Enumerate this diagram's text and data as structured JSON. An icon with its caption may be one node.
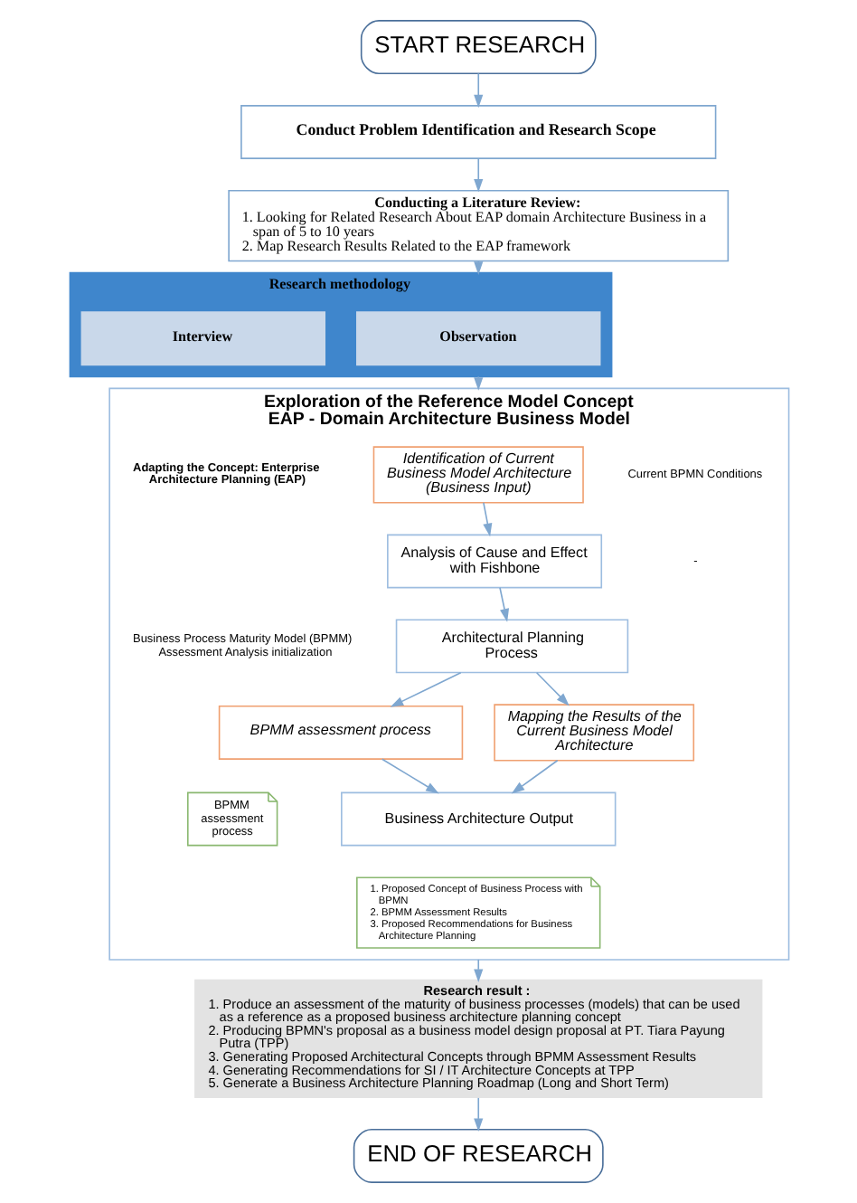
{
  "diagram": {
    "nodes": [
      {
        "text": [
          "START RESEARCH"
        ]
      },
      {
        "text": [
          "Conduct Problem Identification and Research Scope"
        ]
      },
      {
        "text": [
          "Conducting a Literature Review:",
          "1. Looking for Related Research About EAP domain Architecture Business in a span of 5 to 10 years",
          "2. Map Research Results Related to the EAP framework"
        ]
      },
      {
        "text": [
          "Research methodology"
        ]
      },
      {
        "text": [
          "Observation"
        ],
        "in": 3
      },
      {
        "text": [
          "Interview"
        ],
        "in": 3
      },
      {
        "text": [
          "Exploration of the Reference Model Concept EAP - Domain Architecture Business Model"
        ]
      },
      {
        "text": [
          "Identification of Current Business Model Architecture (Business Input)"
        ],
        "in": 6
      },
      {
        "text": [
          "Analysis of Cause and Effect with Fishbone"
        ],
        "in": 6
      },
      {
        "text": [
          "Architectural Planning Process"
        ],
        "in": 6
      },
      {
        "text": [
          "BPMM assessment process"
        ],
        "in": 6
      },
      {
        "text": [
          "BPMM assessment process"
        ],
        "in": 6
      },
      {
        "text": [
          "Mapping the Results of the Current Business Model Architecture"
        ],
        "in": 6
      },
      {
        "text": [
          "Business Architecture Output"
        ],
        "in": 6
      },
      {
        "text": [
          "1. Proposed Concept of Business Process with BPMN",
          "2. BPMM Assessment Results",
          "3. Proposed Recommendations for Business Architecture Planning"
        ],
        "in": 6
      },
      {
        "text": [
          "Research result :",
          "1. Produce an assessment of the maturity of business processes (models) that can be used as a reference as a proposed business architecture planning concept",
          "2. Producing BPMN's proposal as a business model design proposal at PT. Tiara Payung Putra (TPP)",
          "3. Generating Proposed Architectural Concepts through BPMM Assessment Results",
          "4. Generating Recommendations for SI / IT Architecture Concepts at TPP",
          "5. Generate a Business Architecture Planning Roadmap (Long and Short Term)"
        ]
      },
      {
        "text": [
          "END OF RESEARCH"
        ]
      }
    ],
    "edges": [
      {
        "from": 0,
        "to": 1,
        "arrow": "to"
      },
      {
        "from": 1,
        "to": 2,
        "arrow": "to"
      },
      {
        "from": 2,
        "to": 3,
        "arrow": "to"
      },
      {
        "from": 3,
        "to": 6,
        "arrow": "to"
      },
      {
        "from": 7,
        "to": 8,
        "arrow": "to"
      },
      {
        "from": 8,
        "to": 9,
        "arrow": "to"
      },
      {
        "from": 9,
        "to": 10,
        "arrow": "to"
      },
      {
        "from": 9,
        "to": 12,
        "arrow": "to"
      },
      {
        "from": 10,
        "to": 13,
        "arrow": "to"
      },
      {
        "from": 12,
        "to": 13,
        "arrow": "to"
      },
      {
        "from": 6,
        "to": 15,
        "arrow": "to"
      },
      {
        "from": 15,
        "to": 16,
        "arrow": "to"
      }
    ],
    "labels": [
      "Adapting the Concept: Enterprise Architecture Planning (EAP)",
      "Current BPMN Conditions",
      "-",
      "Business Process Maturity Model (BPMM) Assessment Analysis initialization"
    ]
  }
}
